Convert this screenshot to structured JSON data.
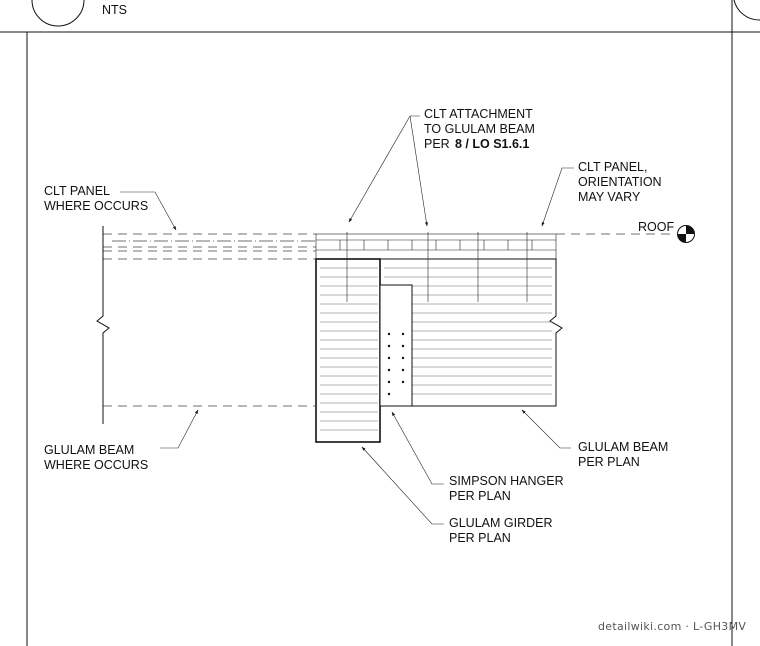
{
  "title_block": {
    "scale": "NTS"
  },
  "labels": {
    "clt_attachment": [
      "CLT ATTACHMENT",
      "TO GLULAM BEAM",
      "PER"
    ],
    "clt_attachment_ref": "8 / LO S1.6.1",
    "clt_panel_where": [
      "CLT PANEL",
      "WHERE OCCURS"
    ],
    "clt_panel_orient": [
      "CLT PANEL,",
      "ORIENTATION",
      "MAY VARY"
    ],
    "roof": "ROOF",
    "glulam_beam_where": [
      "GLULAM BEAM",
      "WHERE OCCURS"
    ],
    "glulam_beam_plan": [
      "GLULAM BEAM",
      "PER PLAN"
    ],
    "simpson_hanger": [
      "SIMPSON HANGER",
      "PER PLAN"
    ],
    "glulam_girder": [
      "GLULAM GIRDER",
      "PER PLAN"
    ]
  },
  "watermark": "detailwiki.com · L-GH3MV"
}
